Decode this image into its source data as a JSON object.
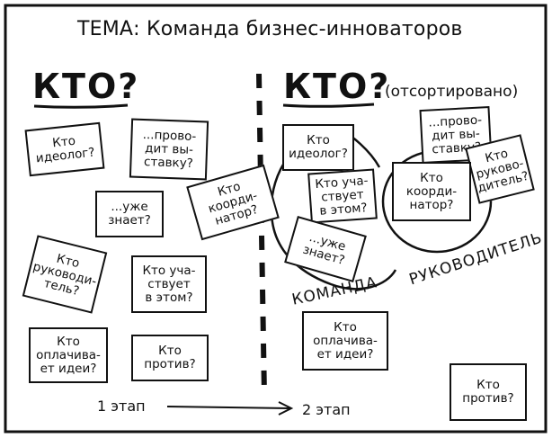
{
  "topic": "ТЕМА: Команда бизнес-инноваторов",
  "left_header": "КТО?",
  "right_header": "КТО?",
  "right_header_note": "(отсортировано)",
  "cards_left": {
    "ideolog": "Кто\nидеолог?",
    "exhibition": "...прово-\nдит вы-\nставку?",
    "knows": "...уже\nзнает?",
    "coordinator": "Кто\nкоорди-\nнатор?",
    "leader": "Кто\nруководи-\nтель?",
    "participates": "Кто уча-\nствует\nв этом?",
    "pays": "Кто\nоплачива-\nет идеи?",
    "against": "Кто\nпротив?"
  },
  "cards_right": {
    "ideolog": "Кто\nидеолог?",
    "participates": "Кто уча-\nствует\nв этом?",
    "knows": "...уже\nзнает?",
    "exhibition": "...прово-\nдит вы-\nставку?",
    "leader": "Кто\nруково-\nдитель?",
    "coordinator": "Кто\nкоорди-\nнатор?",
    "pays": "Кто\nоплачива-\nет идеи?",
    "against": "Кто\nпротив?"
  },
  "circle_labels": {
    "team": "КОМАНДА",
    "leader": "РУКОВОДИТЕЛЬ"
  },
  "stages": {
    "first": "1 этап",
    "second": "2 этап"
  }
}
